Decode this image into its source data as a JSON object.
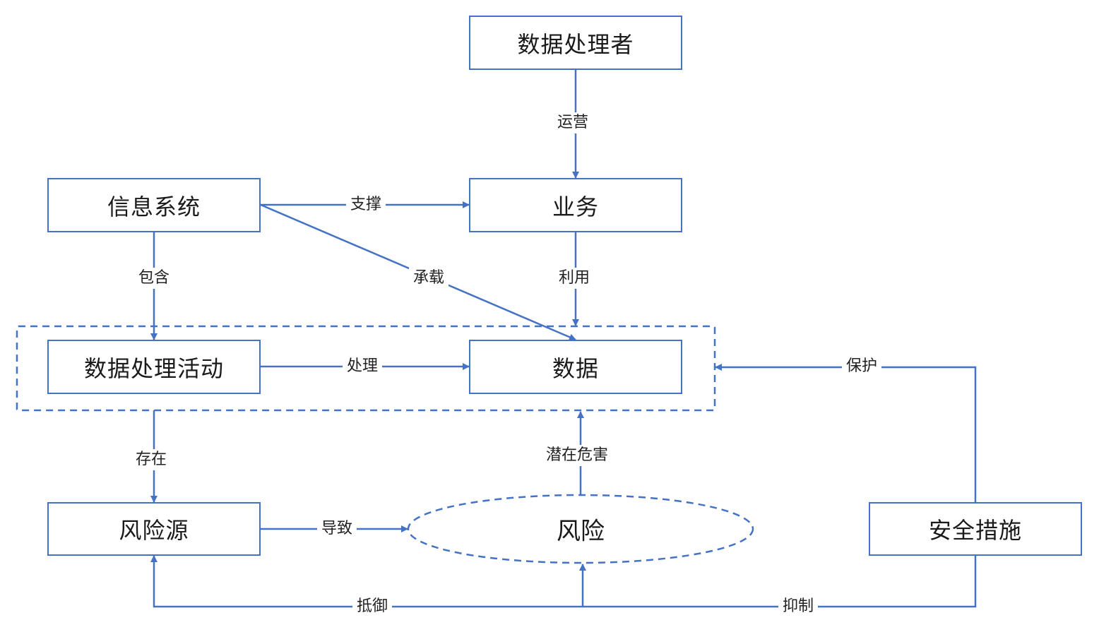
{
  "colors": {
    "stroke": "#4472c4",
    "text": "#1a1a1a",
    "background": "#ffffff"
  },
  "nodes": {
    "data_processor": "数据处理者",
    "business": "业务",
    "info_system": "信息系统",
    "processing_activity": "数据处理活动",
    "data": "数据",
    "risk_source": "风险源",
    "risk": "风险",
    "security_measures": "安全措施"
  },
  "edges": {
    "operate": "运营",
    "support": "支撑",
    "carry": "承载",
    "utilize": "利用",
    "contain": "包含",
    "process": "处理",
    "protect": "保护",
    "exist": "存在",
    "potential_harm": "潜在危害",
    "cause": "导致",
    "resist": "抵御",
    "suppress": "抑制"
  }
}
